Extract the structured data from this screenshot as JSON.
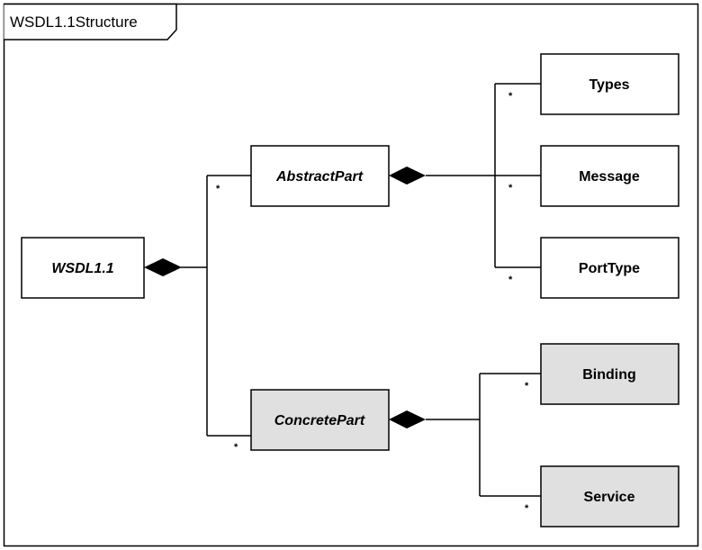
{
  "frame": {
    "title": "WSDL1.1Structure"
  },
  "classes": {
    "wsdl": {
      "name": "WSDL1.1",
      "abstract": true,
      "fill": "#ffffff"
    },
    "abstract_part": {
      "name": "AbstractPart",
      "abstract": true,
      "fill": "#ffffff"
    },
    "concrete_part": {
      "name": "ConcretePart",
      "abstract": true,
      "fill": "#e0e0e0"
    },
    "types": {
      "name": "Types",
      "abstract": false,
      "fill": "#ffffff"
    },
    "message": {
      "name": "Message",
      "abstract": false,
      "fill": "#ffffff"
    },
    "port_type": {
      "name": "PortType",
      "abstract": false,
      "fill": "#ffffff"
    },
    "binding": {
      "name": "Binding",
      "abstract": false,
      "fill": "#e0e0e0"
    },
    "service": {
      "name": "Service",
      "abstract": false,
      "fill": "#e0e0e0"
    }
  },
  "relations": [
    {
      "type": "composition",
      "whole": "WSDL1.1",
      "part": "AbstractPart",
      "multiplicity": "*"
    },
    {
      "type": "composition",
      "whole": "WSDL1.1",
      "part": "ConcretePart",
      "multiplicity": "*"
    },
    {
      "type": "composition",
      "whole": "AbstractPart",
      "part": "Types",
      "multiplicity": "*"
    },
    {
      "type": "composition",
      "whole": "AbstractPart",
      "part": "Message",
      "multiplicity": "*"
    },
    {
      "type": "composition",
      "whole": "AbstractPart",
      "part": "PortType",
      "multiplicity": "*"
    },
    {
      "type": "composition",
      "whole": "ConcretePart",
      "part": "Binding",
      "multiplicity": "*"
    },
    {
      "type": "composition",
      "whole": "ConcretePart",
      "part": "Service",
      "multiplicity": "*"
    }
  ],
  "multiplicity_label": "*"
}
